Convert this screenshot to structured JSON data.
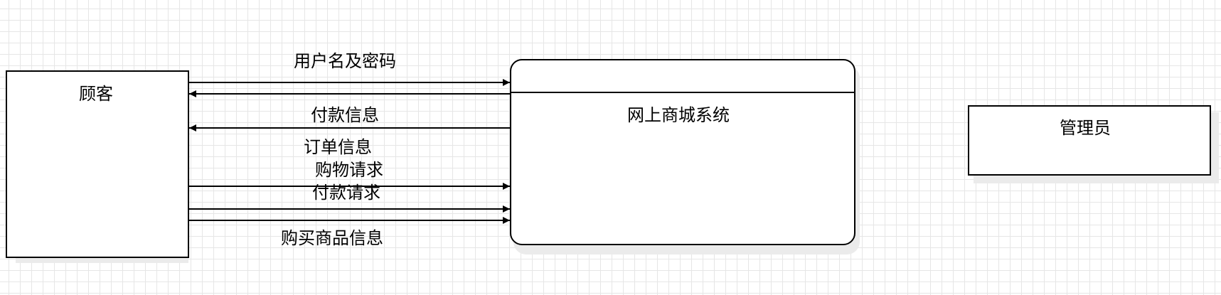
{
  "entities": {
    "customer": "顾客",
    "system": "网上商城系统",
    "admin": "管理员"
  },
  "flows": {
    "username_password": "用户名及密码",
    "payment_info": "付款信息",
    "order_info": "订单信息",
    "shopping_request": "购物请求",
    "payment_request": "付款请求",
    "purchase_info": "购买商品信息"
  }
}
